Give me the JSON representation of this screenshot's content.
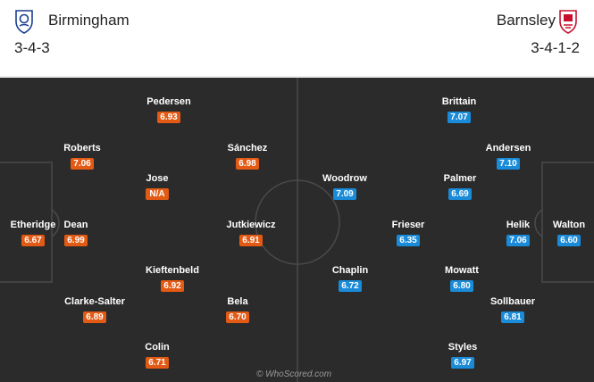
{
  "home": {
    "name": "Birmingham",
    "formation": "3-4-3",
    "crest_icon": "birmingham-crest-icon",
    "players": [
      {
        "name": "Pedersen",
        "rating": "6.93"
      },
      {
        "name": "Roberts",
        "rating": "7.06"
      },
      {
        "name": "Sánchez",
        "rating": "6.98"
      },
      {
        "name": "Jose",
        "rating": "N/A"
      },
      {
        "name": "Etheridge",
        "rating": "6.67"
      },
      {
        "name": "Dean",
        "rating": "6.99"
      },
      {
        "name": "Jutkiewicz",
        "rating": "6.91"
      },
      {
        "name": "Kieftenbeld",
        "rating": "6.92"
      },
      {
        "name": "Clarke-Salter",
        "rating": "6.89"
      },
      {
        "name": "Bela",
        "rating": "6.70"
      },
      {
        "name": "Colin",
        "rating": "6.71"
      }
    ]
  },
  "away": {
    "name": "Barnsley",
    "formation": "3-4-1-2",
    "crest_icon": "barnsley-crest-icon",
    "players": [
      {
        "name": "Brittain",
        "rating": "7.07"
      },
      {
        "name": "Andersen",
        "rating": "7.10"
      },
      {
        "name": "Woodrow",
        "rating": "7.09"
      },
      {
        "name": "Palmer",
        "rating": "6.69"
      },
      {
        "name": "Frieser",
        "rating": "6.35"
      },
      {
        "name": "Helik",
        "rating": "7.06"
      },
      {
        "name": "Walton",
        "rating": "6.60"
      },
      {
        "name": "Chaplin",
        "rating": "6.72"
      },
      {
        "name": "Mowatt",
        "rating": "6.80"
      },
      {
        "name": "Sollbauer",
        "rating": "6.81"
      },
      {
        "name": "Styles",
        "rating": "6.97"
      }
    ]
  },
  "colors": {
    "home_rating": "#e25a14",
    "away_rating": "#1a8bd9",
    "pitch": "#2b2b2b"
  },
  "watermark": "© WhoScored.com"
}
